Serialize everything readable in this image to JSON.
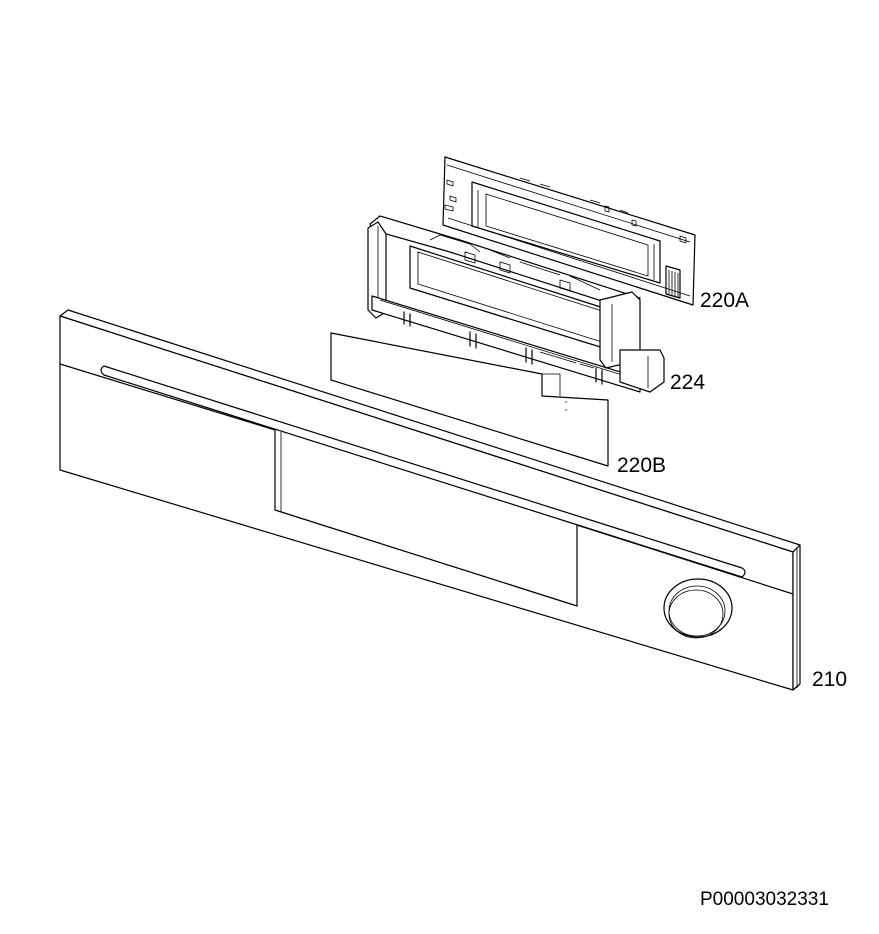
{
  "labels": {
    "board_a": "220A",
    "frame": "224",
    "board_b": "220B",
    "panel": "210"
  },
  "drawing_code": "P00003032331"
}
